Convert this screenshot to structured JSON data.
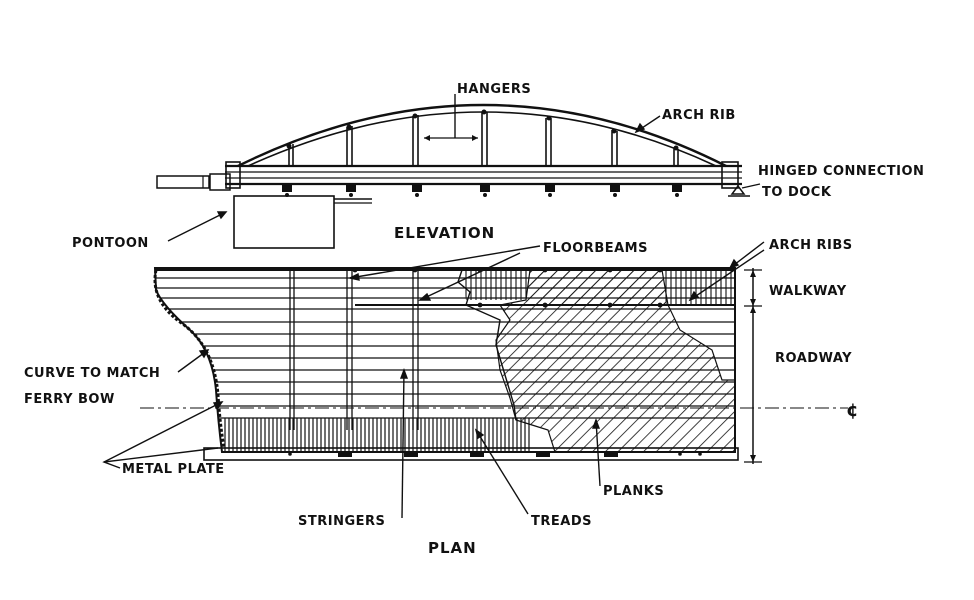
{
  "views": {
    "elevation": "ELEVATION",
    "plan": "PLAN"
  },
  "labels": {
    "hangers": "HANGERS",
    "arch_rib": "ARCH RIB",
    "hinged_connection_1": "HINGED CONNECTION",
    "hinged_connection_2": "TO DOCK",
    "pontoon": "PONTOON",
    "floorbeams": "FLOORBEAMS",
    "arch_ribs": "ARCH RIBS",
    "walkway": "WALKWAY",
    "roadway": "ROADWAY",
    "curve_1": "CURVE TO MATCH",
    "curve_2": "FERRY BOW",
    "metal_plate": "METAL PLATE",
    "planks": "PLANKS",
    "stringers": "STRINGERS",
    "treads": "TREADS",
    "centerline": "¢"
  }
}
